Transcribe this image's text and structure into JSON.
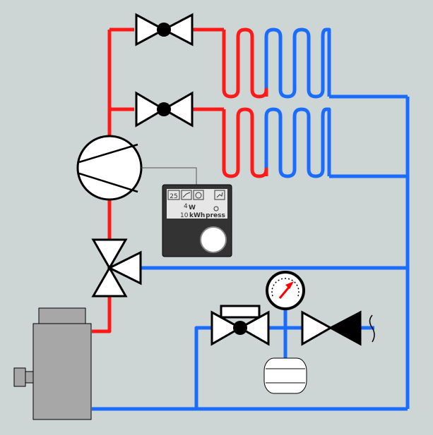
{
  "colors": {
    "background": "#cdd5d5",
    "supply_pipe": "#ff1a1a",
    "return_pipe": "#1a6cff",
    "outline": "#000000",
    "fill_white": "#ffffff",
    "boiler_body": "#a7a7a7",
    "controller_body": "#333333",
    "gauge_needle": "#ff0000"
  },
  "controller": {
    "temp_value": "25",
    "power_value": "4",
    "power_unit": "W",
    "energy_value": "10",
    "energy_unit": "kWh",
    "button_label": "press"
  },
  "icons": {
    "pump": "circulation-pump-icon",
    "valve": "two-way-valve-icon",
    "mixing_valve": "three-way-valve-icon",
    "gauge": "pressure-gauge-icon",
    "expansion_tank": "expansion-tank-icon",
    "check_valve": "check-valve-icon",
    "boiler": "boiler-icon"
  }
}
